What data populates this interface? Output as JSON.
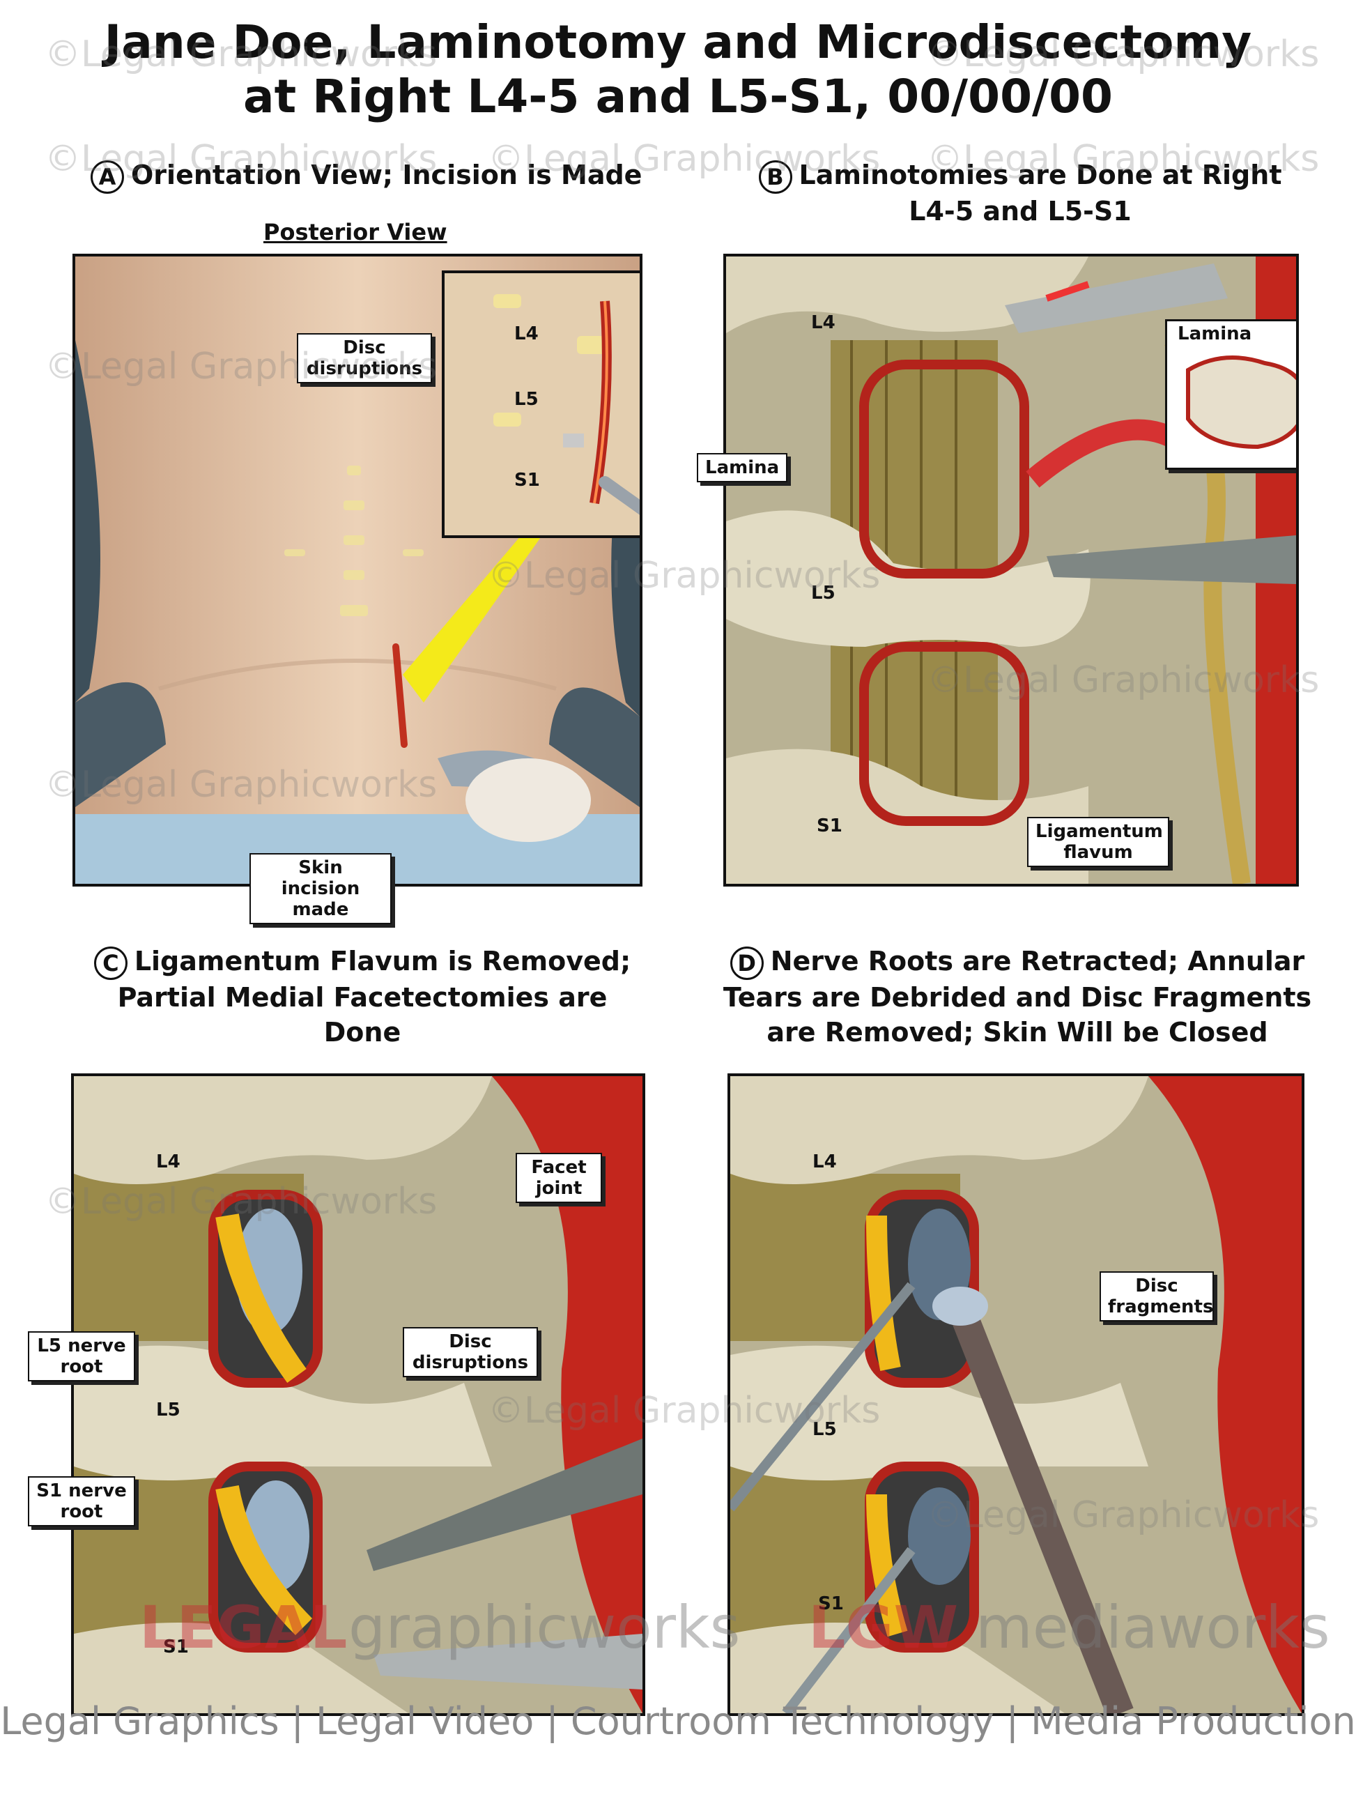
{
  "title": {
    "line1": "Jane Doe, Laminotomy and Microdiscectomy",
    "line2": "at Right L4-5 and L5-S1, 00/00/00"
  },
  "watermark": "©Legal Graphicworks",
  "panels": {
    "a": {
      "letter": "A",
      "heading": "Orientation View; Incision is Made",
      "subheading": "Posterior View",
      "labels": {
        "disc": "Disc disruptions",
        "skin": "Skin incision made",
        "l4": "L4",
        "l5": "L5",
        "s1": "S1"
      }
    },
    "b": {
      "letter": "B",
      "heading_line1": "Laminotomies are Done at Right",
      "heading_line2": "L4-5 and L5-S1",
      "labels": {
        "lamina_box": "Lamina",
        "lamina": "Lamina",
        "ligamentum": "Ligamentum flavum",
        "l4": "L4",
        "l5": "L5",
        "s1": "S1"
      }
    },
    "c": {
      "letter": "C",
      "heading_line1": "Ligamentum Flavum is Removed;",
      "heading_line2": "Partial Medial Facetectomies are Done",
      "labels": {
        "facet": "Facet joint",
        "l5root": "L5 nerve root",
        "disc": "Disc disruptions",
        "s1root": "S1 nerve root",
        "l4": "L4",
        "l5": "L5",
        "s1": "S1"
      }
    },
    "d": {
      "letter": "D",
      "heading_line1": "Nerve Roots are Retracted; Annular",
      "heading_line2": "Tears are Debrided and Disc Fragments",
      "heading_line3": "are Removed; Skin Will be Closed",
      "labels": {
        "fragments": "Disc fragments",
        "l4": "L4",
        "l5": "L5",
        "s1": "S1"
      }
    }
  },
  "brand": {
    "left_red": "LEGAL",
    "left_gray": "graphicworks",
    "right_red": "LGW",
    "right_gray": "mediaworks"
  },
  "footer": "Legal Graphics | Legal Video | Courtroom Technology | Media Production",
  "colors": {
    "accent_red": "#c8283a",
    "bone": "#d9d2b8",
    "nerve": "#e8c21a",
    "tissue": "#b8231e",
    "skin": "#e6c6a8"
  }
}
